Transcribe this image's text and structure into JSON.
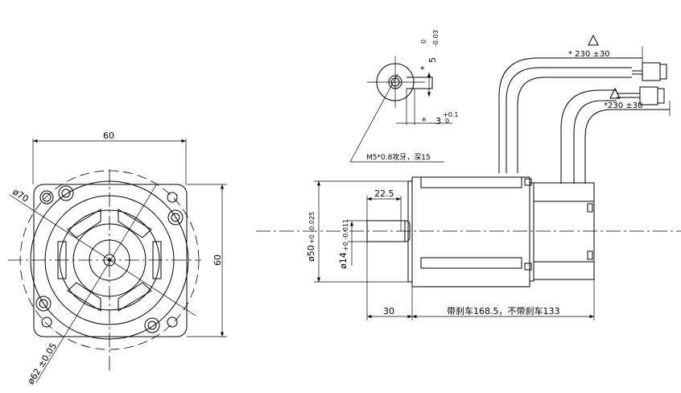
{
  "front_view": {
    "width_dim": "60",
    "height_dim": "60",
    "dia_outer": "ø70",
    "dia_pcd": "ø62 ±0.05"
  },
  "detail_view": {
    "key_width": "5",
    "key_width_tol_upper": "0",
    "key_width_tol_lower": "-0.03",
    "key_depth": "3",
    "key_depth_tol_upper": "+0.1",
    "key_depth_tol_lower": "0",
    "star": "*",
    "thread_note": "M5*0.8攻牙，深15"
  },
  "cables": {
    "cable1_length": "* 230 ±30",
    "cable2_length": "*230 ±30"
  },
  "side_view": {
    "key_length": "22.5",
    "flange_dia": "ø50",
    "flange_tol": "+0 -0.025",
    "shaft_dia": "ø14",
    "shaft_tol": "+0 -0.011",
    "shaft_length": "30",
    "body_length": "带刹车168.5，不带刹车133"
  }
}
